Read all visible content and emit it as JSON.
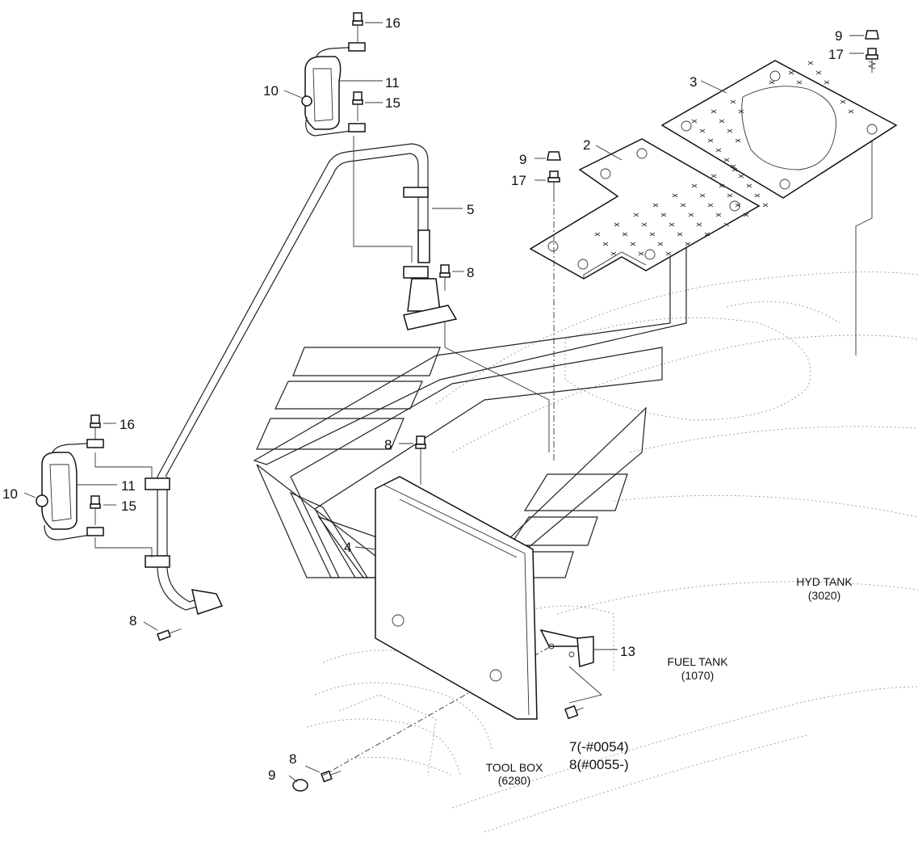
{
  "labels": {
    "16a": "16",
    "11a": "11",
    "10a": "10",
    "15a": "15",
    "9a": "9",
    "17a": "17",
    "3": "3",
    "9b": "9",
    "17b": "17",
    "2": "2",
    "5": "5",
    "8a": "8",
    "16b": "16",
    "10b": "10",
    "11b": "11",
    "15b": "15",
    "8b": "8",
    "4": "4",
    "8c": "8",
    "13": "13",
    "7": "7(-#0054)",
    "8d": "8(#0055-)",
    "8e": "8",
    "9c": "9"
  },
  "captions": {
    "hyd_tank": "HYD TANK",
    "hyd_tank_code": "(3020)",
    "fuel_tank": "FUEL TANK",
    "fuel_tank_code": "(1070)",
    "tool_box": "TOOL BOX",
    "tool_box_code": "(6280)"
  }
}
